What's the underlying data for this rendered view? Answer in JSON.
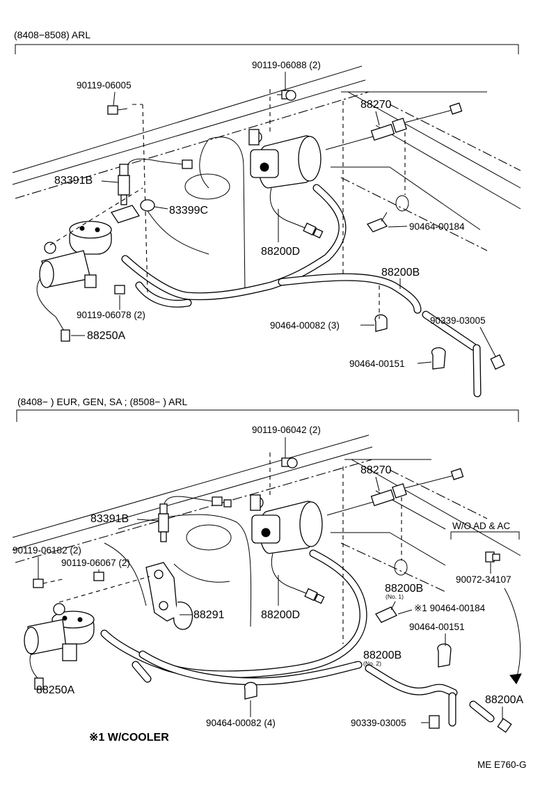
{
  "sections": [
    {
      "header": "(8408−8508) ARL",
      "labels": {
        "p90119_06088": "90119-06088 (2)",
        "p90119_06005": "90119-06005",
        "p88270": "88270",
        "p83391B": "83391B",
        "p83399C": "83399C",
        "p88200D": "88200D",
        "p90464_00184": "90464-00184",
        "p88200B": "88200B",
        "p90119_06078": "90119-06078 (2)",
        "p88250A": "88250A",
        "p90464_00082": "90464-00082 (3)",
        "p90339_03005": "90339-03005",
        "p90464_00151": "90464-00151"
      }
    },
    {
      "header": "(8408−          ) EUR, GEN, SA ;  (8508−          ) ARL",
      "labels": {
        "p90119_06042": "90119-06042 (2)",
        "p88270": "88270",
        "p83391B": "83391B",
        "wo_ad_ac": "W/O AD & AC",
        "p90119_06182": "90119-06182 (2)",
        "p90119_06067": "90119-06067 (2)",
        "p90072_34107": "90072-34107",
        "p88200B_1": "88200B",
        "no1": "(No. 1)",
        "p88291": "88291",
        "p88200D": "88200D",
        "p90464_00184": "※1 90464-00184",
        "p90464_00151": "90464-00151",
        "p88200B_2": "88200B",
        "no2": "(No. 2)",
        "p88250A": "88250A",
        "p88200A": "88200A",
        "p90464_00082": "90464-00082 (4)",
        "p90339_03005": "90339-03005"
      }
    }
  ],
  "footnote": "※1  W/COOLER",
  "figure_code": "ME E760-G"
}
